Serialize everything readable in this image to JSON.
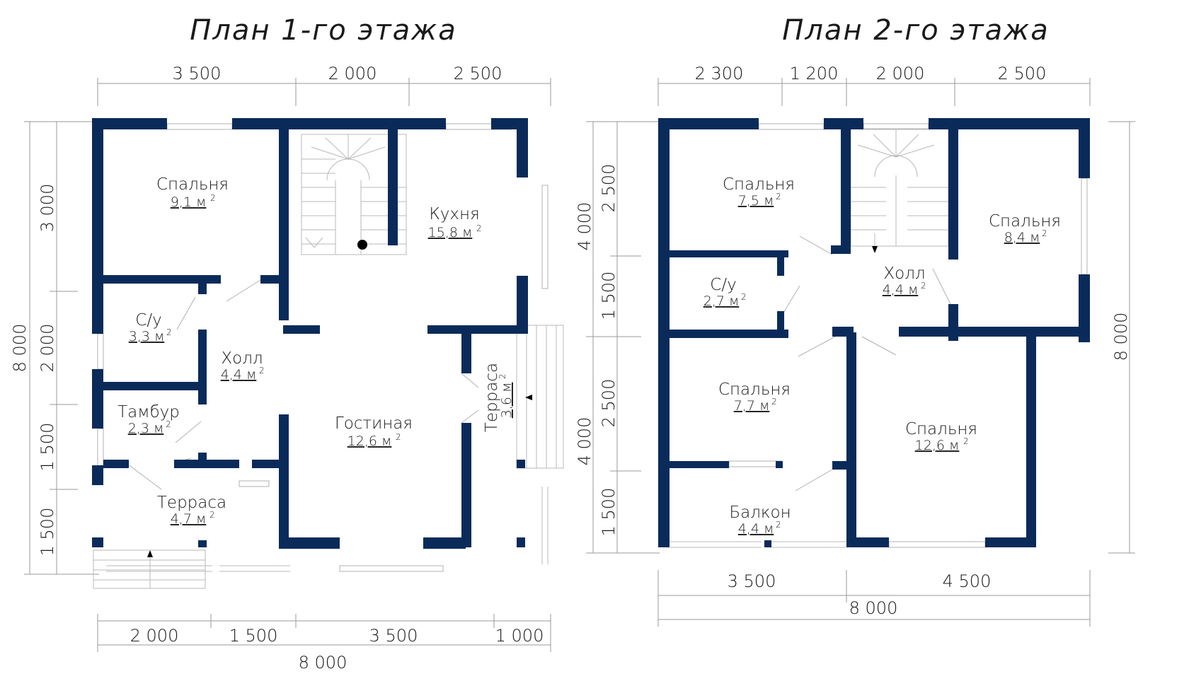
{
  "floor1": {
    "title": "План 1-го этажа",
    "dims_top": [
      "3 500",
      "2 000",
      "2 500"
    ],
    "dims_bottom": [
      "2 000",
      "1 500",
      "3 500",
      "1 000"
    ],
    "dim_total_bottom": "8 000",
    "dims_left": [
      "3 000",
      "2 000",
      "1 500",
      "1 500"
    ],
    "dim_total_left": "8 000",
    "rooms": [
      {
        "name": "Спальня",
        "area": "9,1 м",
        "sup": "2"
      },
      {
        "name": "Кухня",
        "area": "15,8 м",
        "sup": "2"
      },
      {
        "name": "С/у",
        "area": "3,3 м",
        "sup": "2"
      },
      {
        "name": "Холл",
        "area": "4,4 м",
        "sup": "2"
      },
      {
        "name": "Тамбур",
        "area": "2,3 м",
        "sup": "2"
      },
      {
        "name": "Гостиная",
        "area": "12,6 м",
        "sup": "2"
      },
      {
        "name": "Терраса",
        "area": "4,7 м",
        "sup": "2"
      },
      {
        "name": "Терраса",
        "area": "3,6 м",
        "sup": "2"
      }
    ]
  },
  "floor2": {
    "title": "План 2-го этажа",
    "dims_top": [
      "2 300",
      "1 200",
      "2 000",
      "2 500"
    ],
    "dims_bottom": [
      "3 500",
      "4 500"
    ],
    "dim_total_bottom": "8 000",
    "dims_left": [
      "2 500",
      "1 500",
      "2 500",
      "1 500"
    ],
    "dims_left_outer": [
      "4 000",
      "4 000"
    ],
    "dim_total_right": "8 000",
    "rooms": [
      {
        "name": "Спальня",
        "area": "7,5 м",
        "sup": "2"
      },
      {
        "name": "Спальня",
        "area": "8,4 м",
        "sup": "2"
      },
      {
        "name": "С/у",
        "area": "2,7 м",
        "sup": "2"
      },
      {
        "name": "Холл",
        "area": "4,4 м",
        "sup": "2"
      },
      {
        "name": "Спальня",
        "area": "7,7 м",
        "sup": "2"
      },
      {
        "name": "Спальня",
        "area": "12,6 м",
        "sup": "2"
      },
      {
        "name": "Балкон",
        "area": "4,4 м",
        "sup": "2"
      }
    ]
  },
  "colors": {
    "wall": "#0a2b5a",
    "dimension": "#9a9a9a"
  }
}
